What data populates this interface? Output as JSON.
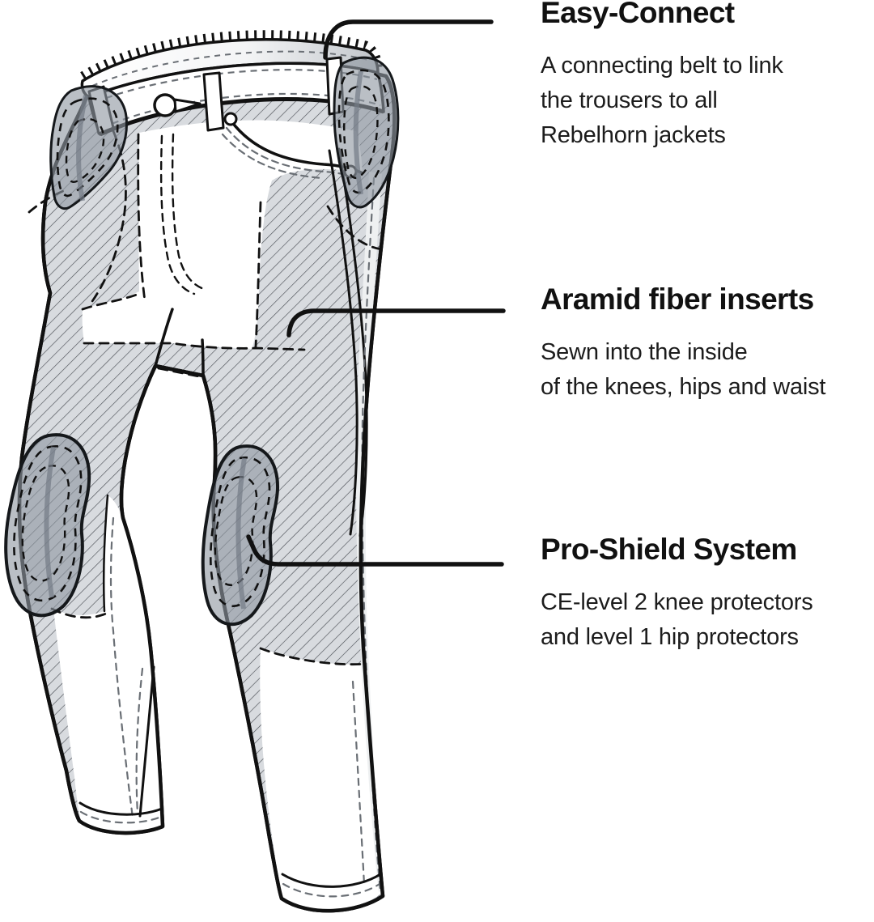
{
  "annotations": [
    {
      "title": "Easy-Connect",
      "line1": "A connecting belt to link",
      "line2": "the trousers to all",
      "line3": "Rebelhorn jackets"
    },
    {
      "title": "Aramid fiber inserts",
      "line1": "Sewn into the inside",
      "line2": "of the knees, hips and waist"
    },
    {
      "title": "Pro-Shield System",
      "line1": "CE-level 2 knee protectors",
      "line2": "and level 1 hip protectors"
    }
  ],
  "colors": {
    "background": "#ffffff",
    "ink": "#111111",
    "body_text": "#1c1c1c",
    "hatch_fill": "#d8dbdf",
    "hatch_line": "#4c5056",
    "protector_fill": "#8f97a2",
    "stitch_gray": "#6a6f75"
  }
}
